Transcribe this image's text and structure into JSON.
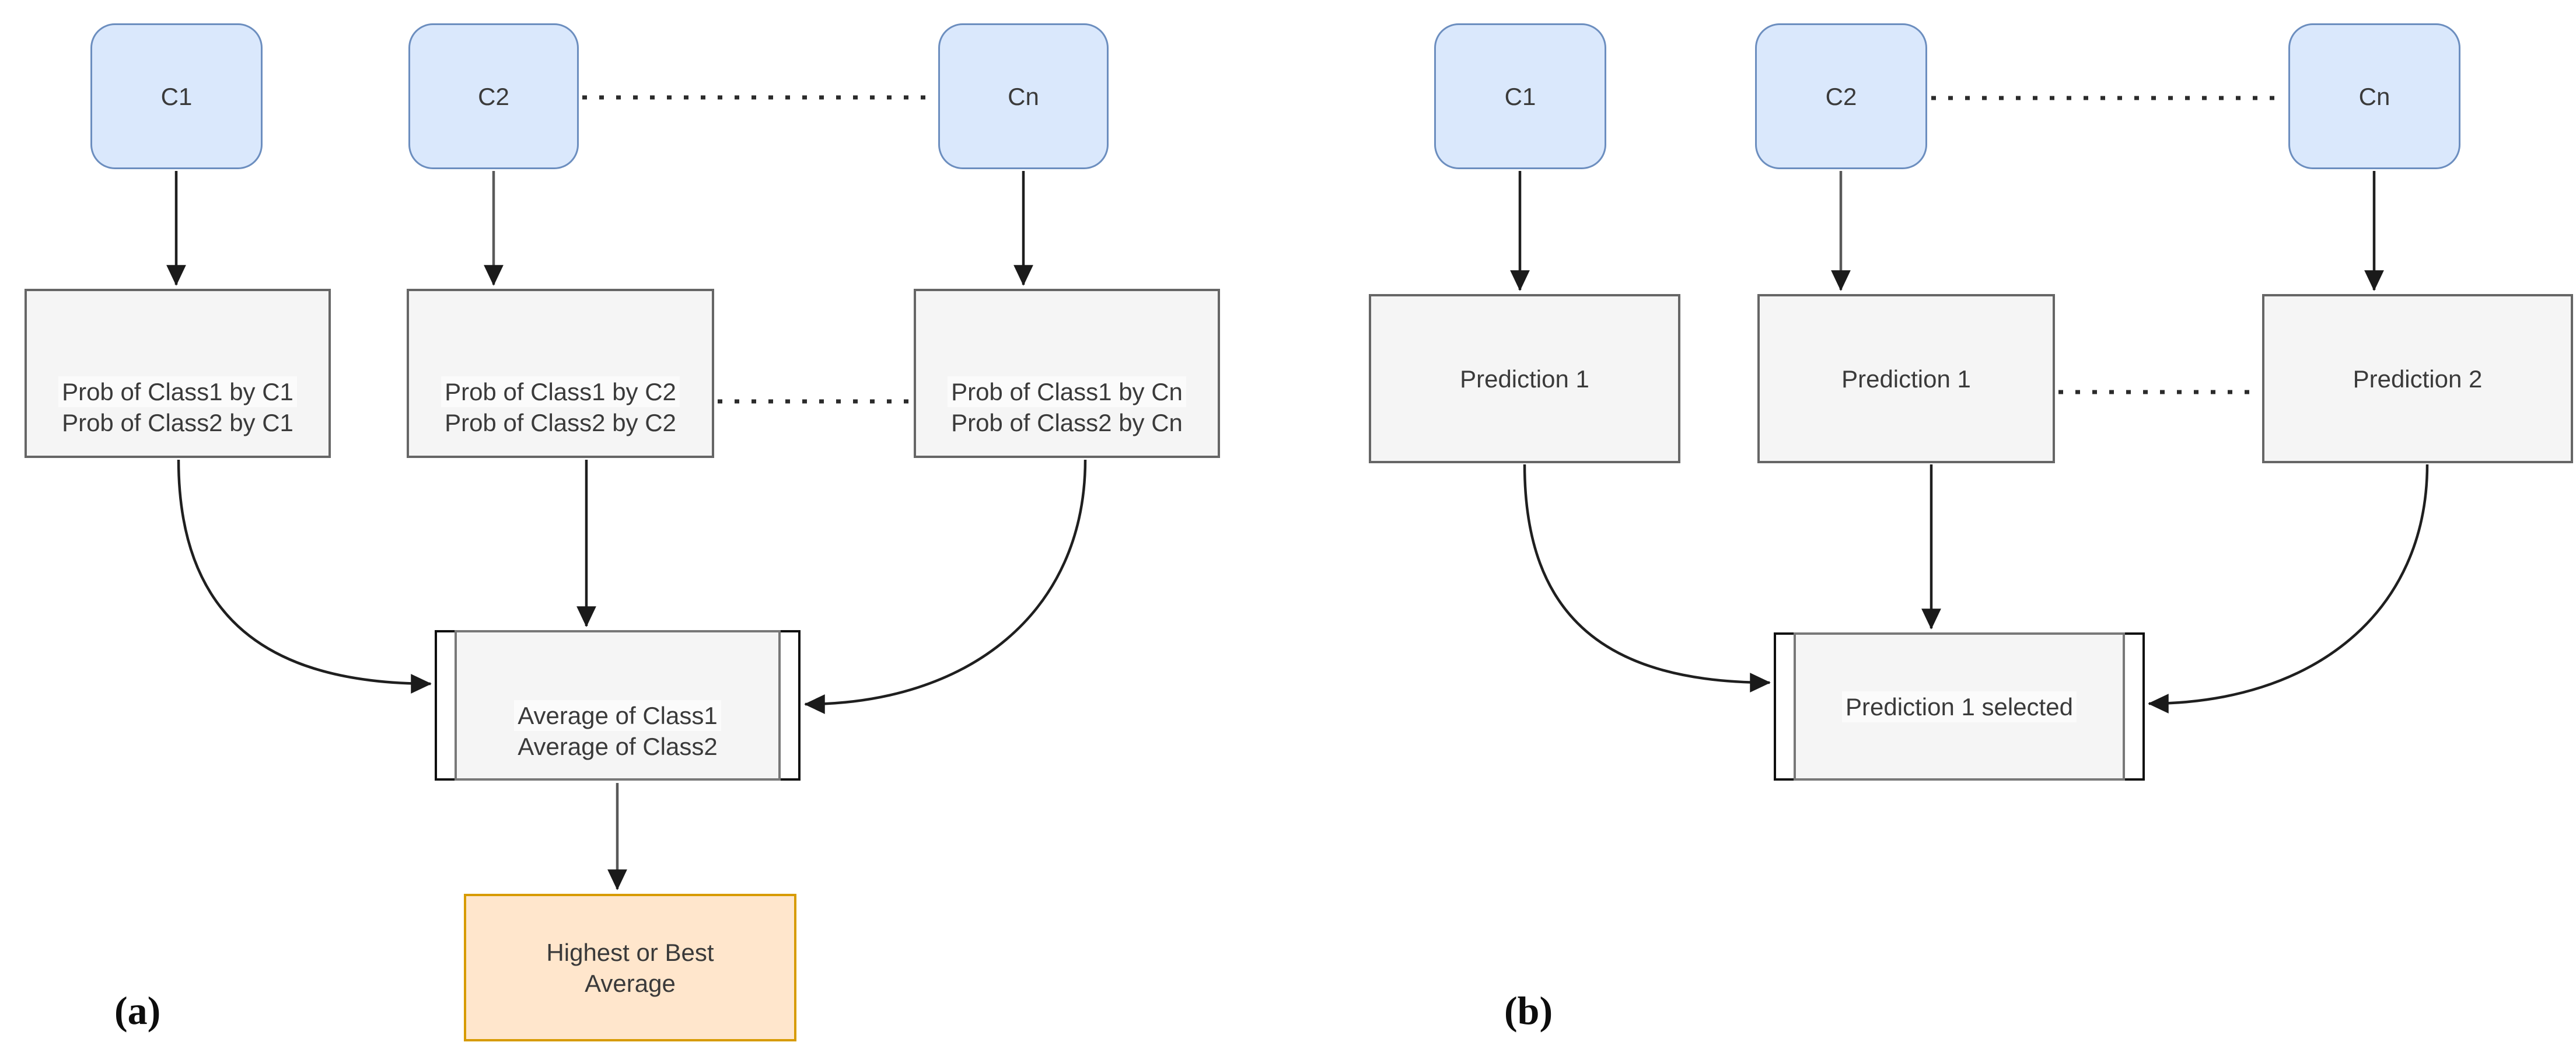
{
  "panel_a": {
    "label": "(a)",
    "classifiers": [
      {
        "label": "C1"
      },
      {
        "label": "C2"
      },
      {
        "label": "Cn"
      }
    ],
    "prob_boxes": [
      {
        "line1": "Prob of Class1 by C1",
        "line2": "Prob of Class2 by C1"
      },
      {
        "line1": "Prob of Class1 by C2",
        "line2": "Prob of Class2 by C2"
      },
      {
        "line1": "Prob of Class1 by Cn",
        "line2": "Prob of Class2 by Cn"
      }
    ],
    "average_box": {
      "line1": "Average of Class1",
      "line2": "Average of Class2"
    },
    "result_box": {
      "line1": "Highest or Best",
      "line2": "Average"
    }
  },
  "panel_b": {
    "label": "(b)",
    "classifiers": [
      {
        "label": "C1"
      },
      {
        "label": "C2"
      },
      {
        "label": "Cn"
      }
    ],
    "prediction_boxes": [
      {
        "label": "Prediction 1"
      },
      {
        "label": "Prediction 1"
      },
      {
        "label": "Prediction 2"
      }
    ],
    "selected_box": {
      "label": "Prediction 1 selected"
    }
  },
  "colors": {
    "classifier_fill": "#dae8fc",
    "classifier_border": "#6c8ebf",
    "box_fill": "#f5f5f5",
    "box_border": "#666666",
    "process_border": "#0f0f0f",
    "result_fill": "#ffe6cc",
    "result_border": "#d79b00",
    "connector": "#1f1f1f",
    "text": "#3a3a3a"
  }
}
